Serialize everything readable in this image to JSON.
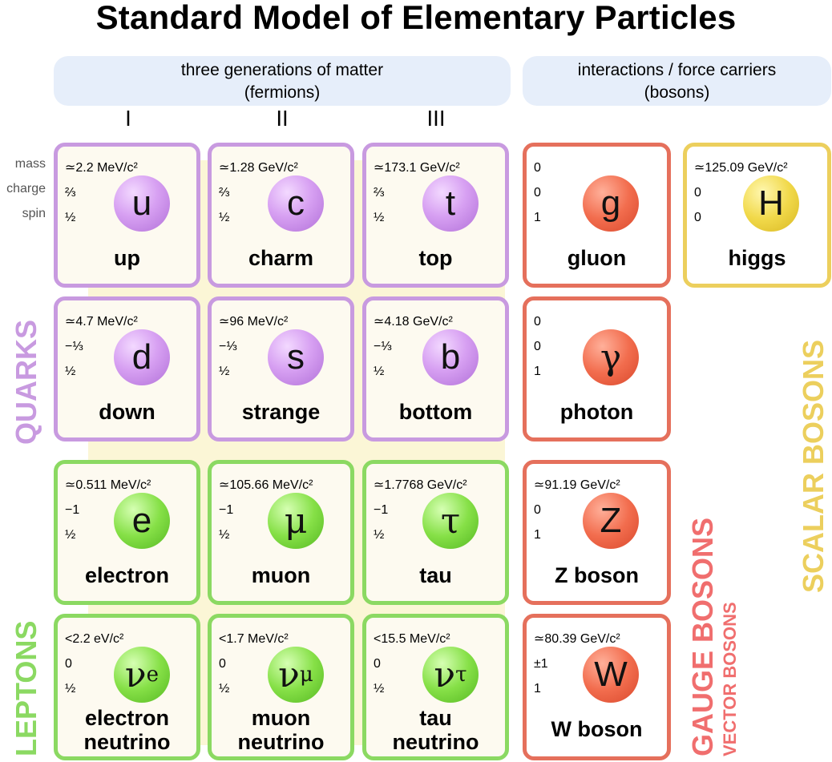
{
  "title": "Standard Model of Elementary Particles",
  "headers": {
    "fermions": "three generations of matter\n(fermions)",
    "bosons": "interactions / force carriers\n(bosons)"
  },
  "generations": [
    "I",
    "II",
    "III"
  ],
  "axis_labels": [
    "mass",
    "charge",
    "spin"
  ],
  "group_labels": {
    "quarks": "QUARKS",
    "leptons": "LEPTONS",
    "gauge_bosons": "GAUGE BOSONS",
    "vector_bosons": "VECTOR BOSONS",
    "scalar_bosons": "SCALAR BOSONS"
  },
  "colors": {
    "quark": "#c89ae0",
    "lepton": "#8bd962",
    "gauge": "#e5705c",
    "scalar": "#eccf5d",
    "header_bg": "#e6eefa"
  },
  "particles": {
    "up": {
      "mass": "≃2.2 MeV/c²",
      "charge": "⅔",
      "spin": "½",
      "symbol": "u",
      "name": "up"
    },
    "charm": {
      "mass": "≃1.28 GeV/c²",
      "charge": "⅔",
      "spin": "½",
      "symbol": "c",
      "name": "charm"
    },
    "top": {
      "mass": "≃173.1 GeV/c²",
      "charge": "⅔",
      "spin": "½",
      "symbol": "t",
      "name": "top"
    },
    "gluon": {
      "mass": "0",
      "charge": "0",
      "spin": "1",
      "symbol": "g",
      "name": "gluon"
    },
    "higgs": {
      "mass": "≃125.09 GeV/c²",
      "charge": "0",
      "spin": "0",
      "symbol": "H",
      "name": "higgs"
    },
    "down": {
      "mass": "≃4.7 MeV/c²",
      "charge": "−⅓",
      "spin": "½",
      "symbol": "d",
      "name": "down"
    },
    "strange": {
      "mass": "≃96 MeV/c²",
      "charge": "−⅓",
      "spin": "½",
      "symbol": "s",
      "name": "strange"
    },
    "bottom": {
      "mass": "≃4.18 GeV/c²",
      "charge": "−⅓",
      "spin": "½",
      "symbol": "b",
      "name": "bottom"
    },
    "photon": {
      "mass": "0",
      "charge": "0",
      "spin": "1",
      "symbol": "γ",
      "name": "photon"
    },
    "electron": {
      "mass": "≃0.511 MeV/c²",
      "charge": "−1",
      "spin": "½",
      "symbol": "e",
      "name": "electron"
    },
    "muon": {
      "mass": "≃105.66 MeV/c²",
      "charge": "−1",
      "spin": "½",
      "symbol": "μ",
      "name": "muon"
    },
    "tau": {
      "mass": "≃1.7768 GeV/c²",
      "charge": "−1",
      "spin": "½",
      "symbol": "τ",
      "name": "tau"
    },
    "zboson": {
      "mass": "≃91.19 GeV/c²",
      "charge": "0",
      "spin": "1",
      "symbol": "Z",
      "name": "Z boson"
    },
    "nue": {
      "mass": "<2.2 eV/c²",
      "charge": "0",
      "spin": "½",
      "symbol": "ν",
      "sub": "e",
      "name": "electron\nneutrino"
    },
    "numu": {
      "mass": "<1.7 MeV/c²",
      "charge": "0",
      "spin": "½",
      "symbol": "ν",
      "sub": "μ",
      "name": "muon\nneutrino"
    },
    "nutau": {
      "mass": "<15.5 MeV/c²",
      "charge": "0",
      "spin": "½",
      "symbol": "ν",
      "sub": "τ",
      "name": "tau\nneutrino"
    },
    "wboson": {
      "mass": "≃80.39 GeV/c²",
      "charge": "±1",
      "spin": "1",
      "symbol": "W",
      "name": "W boson"
    }
  }
}
